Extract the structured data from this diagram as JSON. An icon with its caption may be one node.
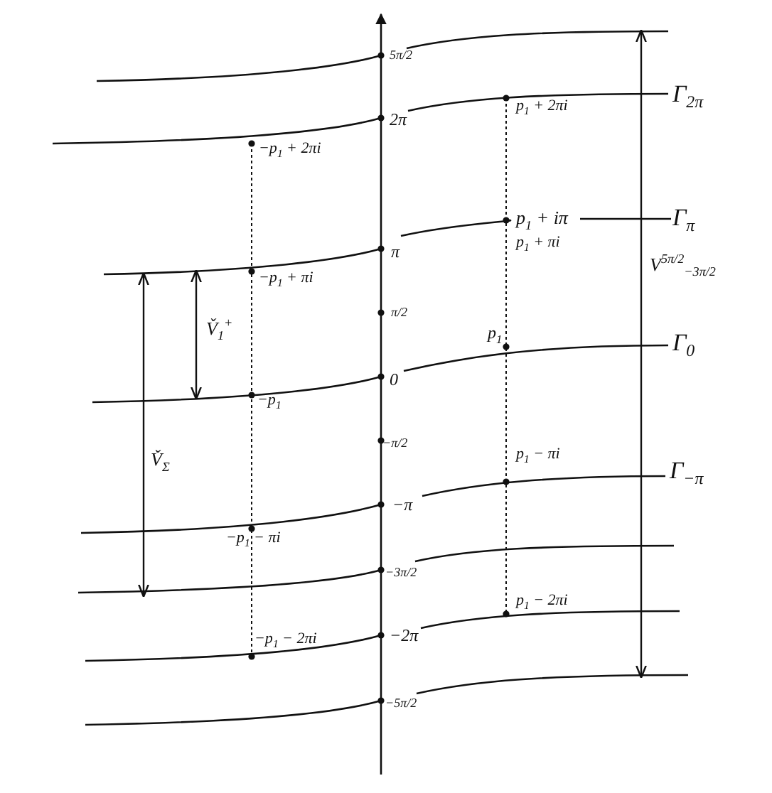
{
  "diagram": {
    "labels": [
      "5π/2",
      "2π",
      "p$_{1}$ + 2πi",
      "Γ$_{2π}$",
      "−p$_{1}$ + 2πi",
      "p$_{1}$ + iπ",
      "Γ$_{π}$",
      "p$_{1}$ + πi",
      "π",
      "V$^{5π/2}$$_{−3π/2}$",
      "−p$_{1}$ + πi",
      "π/2",
      "p$_{1}$",
      "Γ$_{0}$",
      "V̌$_{1}$$^{+}$",
      "0",
      "−p$_{1}$",
      "−π/2",
      "V̌$_{Σ}$",
      "p$_{1}$ − πi",
      "Γ$_{−π}$",
      "−π",
      "−p$_{1}$ − πi",
      "−3π/2",
      "p$_{1}$ − 2πi",
      "−p$_{1}$ − 2πi",
      "−2π",
      "−5π/2"
    ]
  }
}
